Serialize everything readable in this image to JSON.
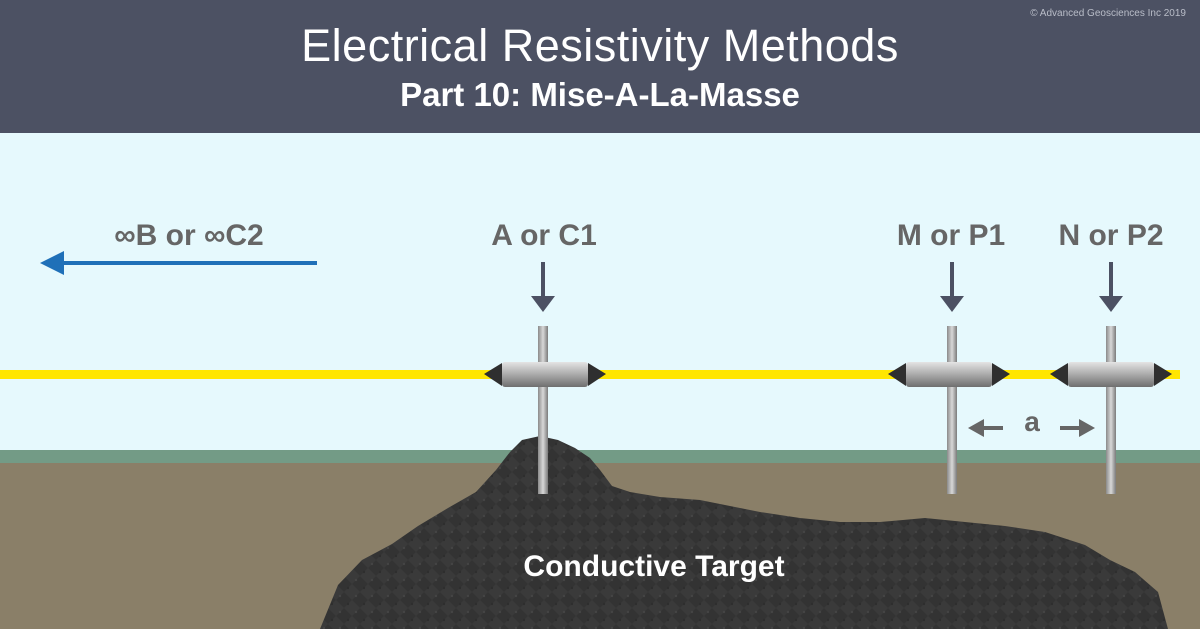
{
  "header": {
    "title": "Electrical Resistivity Methods",
    "subtitle": "Part 10: Mise-A-La-Masse",
    "copyright": "© Advanced Geosciences Inc 2019"
  },
  "diagram": {
    "remote_electrode_label": "∞B or ∞C2",
    "current_electrode_label": "A or C1",
    "potential_electrode_m_label": "M or P1",
    "potential_electrode_n_label": "N or P2",
    "electrode_spacing_label": "a",
    "target_label": "Conductive Target"
  },
  "colors": {
    "header_bg": "#4c5163",
    "sky": "#e6f9fd",
    "ground": "#8a7f68",
    "grass": "#739b86",
    "cable": "#ffe600",
    "remote_arrow": "#1f70b8",
    "target": "#3a3a3a",
    "label_gray": "#666666",
    "arrow_dark": "#4c5163"
  },
  "icons": {
    "electrode": "stake-with-clip-icon",
    "remote_direction": "left-arrow-icon",
    "pointer": "down-arrow-icon"
  }
}
